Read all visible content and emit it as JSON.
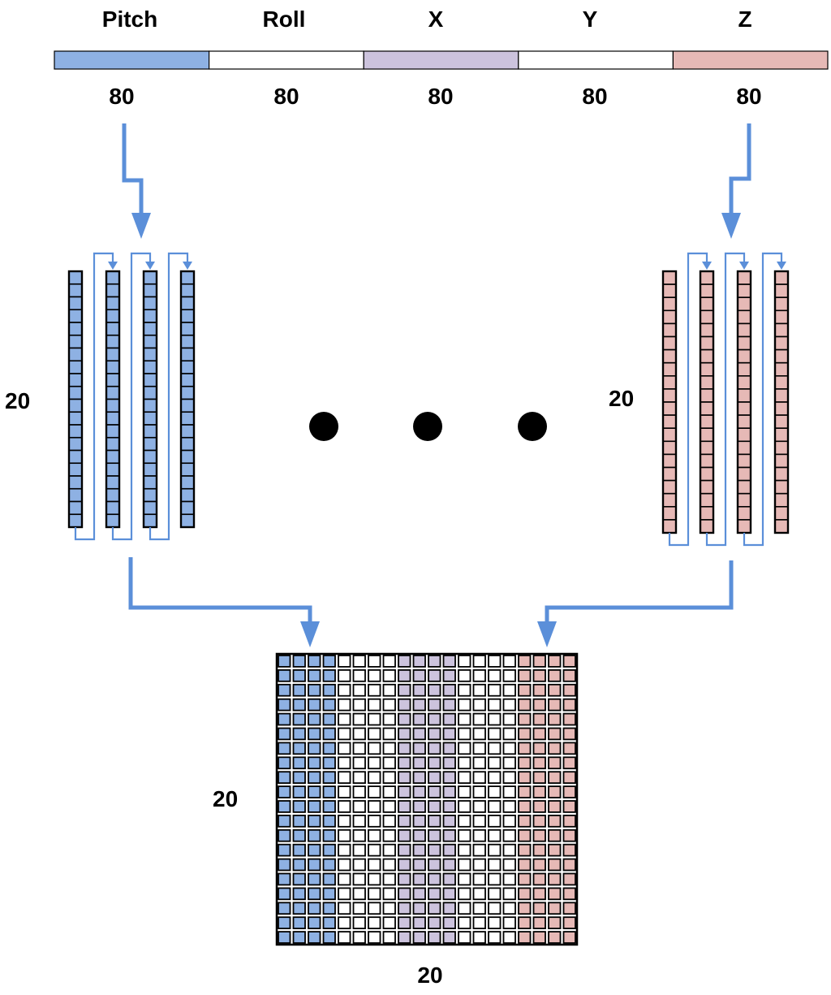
{
  "segments": [
    {
      "name": "Pitch",
      "length": "80",
      "color": "#8EB1E3"
    },
    {
      "name": "Roll",
      "length": "80",
      "color": "#FFFFFF"
    },
    {
      "name": "X",
      "length": "80",
      "color": "#CCC3DD"
    },
    {
      "name": "Y",
      "length": "80",
      "color": "#FFFFFF"
    },
    {
      "name": "Z",
      "length": "80",
      "color": "#E6B9B6"
    }
  ],
  "left_stack": {
    "rows_label": "20",
    "columns": 4,
    "cells_per_column": 20,
    "color": "#8EB1E3"
  },
  "right_stack": {
    "rows_label": "20",
    "columns": 4,
    "cells_per_column": 20,
    "color": "#E6B9B6"
  },
  "ellipsis_dots": 3,
  "matrix": {
    "rows_label": "20",
    "cols_label": "20",
    "rows": 20,
    "cols": 20,
    "column_colors": [
      "#8EB1E3",
      "#8EB1E3",
      "#8EB1E3",
      "#8EB1E3",
      "#FFFFFF",
      "#FFFFFF",
      "#FFFFFF",
      "#FFFFFF",
      "#CCC3DD",
      "#CCC3DD",
      "#CCC3DD",
      "#CCC3DD",
      "#FFFFFF",
      "#FFFFFF",
      "#FFFFFF",
      "#FFFFFF",
      "#E6B9B6",
      "#E6B9B6",
      "#E6B9B6",
      "#E6B9B6"
    ]
  },
  "colors": {
    "arrow": "#5B8FD9",
    "stroke": "#000000"
  }
}
